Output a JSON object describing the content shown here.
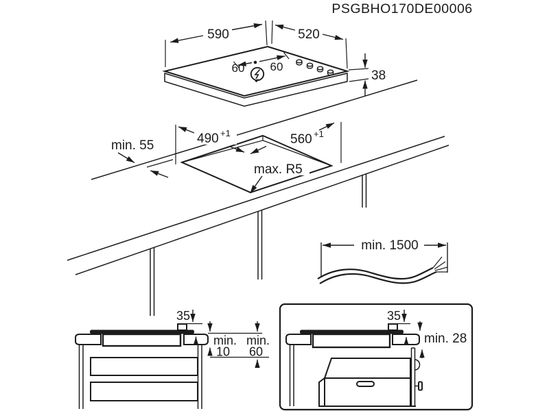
{
  "title": "PSGBHO170DE00006",
  "colors": {
    "line": "#1c1c1c",
    "background": "#ffffff"
  },
  "hob_top_view": {
    "width": "590",
    "depth": "520",
    "height": "38",
    "cable_offset_left": "60",
    "cable_offset_right": "60"
  },
  "cutout_view": {
    "cutout_depth": "490",
    "cutout_depth_tolerance": "+1",
    "cutout_width": "560",
    "cutout_width_tolerance": "+1",
    "min_front_edge_distance": "min. 55",
    "max_corner_radius": "max. R5"
  },
  "cable_view": {
    "min_cable_length": "min. 1500"
  },
  "drawer_installation_view": {
    "hob_build_in_depth": "35",
    "clearance_under_hob_label": "min.",
    "clearance_under_hob_value": "10",
    "clearance_to_drawer_label": "min.",
    "clearance_to_drawer_value": "60"
  },
  "oven_installation_view": {
    "hob_build_in_depth": "35",
    "min_worktop_thickness": "min. 28"
  }
}
